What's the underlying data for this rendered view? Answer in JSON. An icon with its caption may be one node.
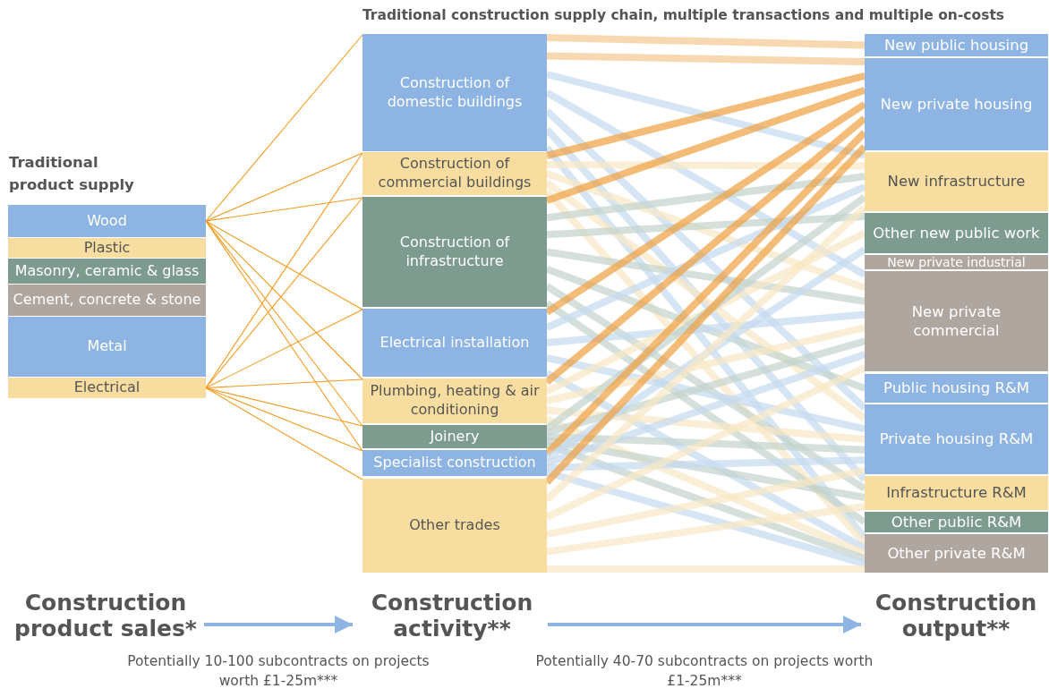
{
  "diagram": {
    "title": "Traditional construction supply chain, multiple transactions and multiple on-costs",
    "nodes": [
      {
        "text": [
          "Wood"
        ]
      },
      {
        "text": [
          "Plastic"
        ]
      },
      {
        "text": [
          "Masonry, ceramic & glass"
        ]
      },
      {
        "text": [
          "Cement, concrete & stone"
        ]
      },
      {
        "text": [
          "Metal"
        ]
      },
      {
        "text": [
          "Electrical"
        ]
      },
      {
        "text": [
          "Construction of domestic buildings"
        ]
      },
      {
        "text": [
          "Construction of commercial buildings"
        ]
      },
      {
        "text": [
          "Construction of infrastructure"
        ]
      },
      {
        "text": [
          "Electrical installation"
        ]
      },
      {
        "text": [
          "Plumbing, heating & air conditioning"
        ]
      },
      {
        "text": [
          "Joinery"
        ]
      },
      {
        "text": [
          "Specialist construction"
        ]
      },
      {
        "text": [
          "Other trades"
        ]
      },
      {
        "text": [
          "New public housing"
        ]
      },
      {
        "text": [
          "New private housing"
        ]
      },
      {
        "text": [
          "New infrastructure"
        ]
      },
      {
        "text": [
          "Other new public work"
        ]
      },
      {
        "text": [
          "New private industrial"
        ]
      },
      {
        "text": [
          "New private commercial"
        ]
      },
      {
        "text": [
          "Public housing R&M"
        ]
      },
      {
        "text": [
          "Private housing R&M"
        ]
      },
      {
        "text": [
          "Infrastructure R&M"
        ]
      },
      {
        "text": [
          "Other public R&M"
        ]
      },
      {
        "text": [
          "Other private R&M"
        ]
      },
      {
        "text": [
          "Construction product sales*"
        ]
      },
      {
        "text": [
          "Construction activity**"
        ]
      },
      {
        "text": [
          "Construction output**"
        ]
      }
    ],
    "edges": [
      {
        "from": 0,
        "to": 6,
        "arrow": "none",
        "color": "#f39a1e"
      },
      {
        "from": 0,
        "to": 7,
        "arrow": "none",
        "color": "#f39a1e"
      },
      {
        "from": 0,
        "to": 8,
        "arrow": "none",
        "color": "#f39a1e"
      },
      {
        "from": 0,
        "to": 9,
        "arrow": "none",
        "color": "#f39a1e"
      },
      {
        "from": 0,
        "to": 10,
        "arrow": "none",
        "color": "#f39a1e"
      },
      {
        "from": 0,
        "to": 11,
        "arrow": "none",
        "color": "#f39a1e"
      },
      {
        "from": 0,
        "to": 12,
        "arrow": "none",
        "color": "#f39a1e"
      },
      {
        "from": 5,
        "to": 7,
        "arrow": "none",
        "color": "#f39a1e"
      },
      {
        "from": 5,
        "to": 8,
        "arrow": "none",
        "color": "#f39a1e"
      },
      {
        "from": 5,
        "to": 9,
        "arrow": "none",
        "color": "#f39a1e"
      },
      {
        "from": 5,
        "to": 10,
        "arrow": "none",
        "color": "#f39a1e"
      },
      {
        "from": 5,
        "to": 11,
        "arrow": "none",
        "color": "#f39a1e"
      },
      {
        "from": 5,
        "to": 12,
        "arrow": "none",
        "color": "#f39a1e"
      },
      {
        "from": 5,
        "to": 13,
        "arrow": "none",
        "color": "#f39a1e"
      },
      {
        "from": 6,
        "to": 14,
        "arrow": "none",
        "color": "#f5c88e"
      },
      {
        "from": 6,
        "to": 15,
        "arrow": "none",
        "color": "#f5c88e"
      },
      {
        "from": 6,
        "to": 16,
        "arrow": "none",
        "color": "#c5daf0"
      },
      {
        "from": 6,
        "to": 19,
        "arrow": "none",
        "color": "#c5daf0"
      },
      {
        "from": 6,
        "to": 21,
        "arrow": "none",
        "color": "#c5daf0"
      },
      {
        "from": 6,
        "to": 22,
        "arrow": "none",
        "color": "#c5daf0"
      },
      {
        "from": 6,
        "to": 24,
        "arrow": "none",
        "color": "#c5daf0"
      },
      {
        "from": 7,
        "to": 15,
        "arrow": "none",
        "color": "#f0a040"
      },
      {
        "from": 7,
        "to": 16,
        "arrow": "none",
        "color": "#f8e8c4"
      },
      {
        "from": 7,
        "to": 19,
        "arrow": "none",
        "color": "#f8e8c4"
      },
      {
        "from": 7,
        "to": 21,
        "arrow": "none",
        "color": "#f8e8c4"
      },
      {
        "from": 7,
        "to": 24,
        "arrow": "none",
        "color": "#f8e8c4"
      },
      {
        "from": 8,
        "to": 15,
        "arrow": "none",
        "color": "#f0a040"
      },
      {
        "from": 8,
        "to": 16,
        "arrow": "none",
        "color": "#c3d3cc"
      },
      {
        "from": 8,
        "to": 17,
        "arrow": "none",
        "color": "#c3d3cc"
      },
      {
        "from": 8,
        "to": 19,
        "arrow": "none",
        "color": "#c3d3cc"
      },
      {
        "from": 8,
        "to": 20,
        "arrow": "none",
        "color": "#c3d3cc"
      },
      {
        "from": 8,
        "to": 22,
        "arrow": "none",
        "color": "#c3d3cc"
      },
      {
        "from": 8,
        "to": 23,
        "arrow": "none",
        "color": "#c3d3cc"
      },
      {
        "from": 9,
        "to": 15,
        "arrow": "none",
        "color": "#f0a040"
      },
      {
        "from": 9,
        "to": 16,
        "arrow": "none",
        "color": "#c5daf0"
      },
      {
        "from": 9,
        "to": 19,
        "arrow": "none",
        "color": "#c5daf0"
      },
      {
        "from": 9,
        "to": 21,
        "arrow": "none",
        "color": "#c5daf0"
      },
      {
        "from": 9,
        "to": 24,
        "arrow": "none",
        "color": "#c5daf0"
      },
      {
        "from": 10,
        "to": 15,
        "arrow": "none",
        "color": "#f0a040"
      },
      {
        "from": 10,
        "to": 17,
        "arrow": "none",
        "color": "#f8e8c4"
      },
      {
        "from": 10,
        "to": 19,
        "arrow": "none",
        "color": "#f8e8c4"
      },
      {
        "from": 10,
        "to": 21,
        "arrow": "none",
        "color": "#f8e8c4"
      },
      {
        "from": 10,
        "to": 24,
        "arrow": "none",
        "color": "#f8e8c4"
      },
      {
        "from": 11,
        "to": 16,
        "arrow": "none",
        "color": "#c3d3cc"
      },
      {
        "from": 11,
        "to": 19,
        "arrow": "none",
        "color": "#c3d3cc"
      },
      {
        "from": 11,
        "to": 21,
        "arrow": "none",
        "color": "#c3d3cc"
      },
      {
        "from": 11,
        "to": 22,
        "arrow": "none",
        "color": "#c3d3cc"
      },
      {
        "from": 11,
        "to": 24,
        "arrow": "none",
        "color": "#c3d3cc"
      },
      {
        "from": 12,
        "to": 15,
        "arrow": "none",
        "color": "#f0a040"
      },
      {
        "from": 12,
        "to": 17,
        "arrow": "none",
        "color": "#c5daf0"
      },
      {
        "from": 12,
        "to": 19,
        "arrow": "none",
        "color": "#c5daf0"
      },
      {
        "from": 12,
        "to": 21,
        "arrow": "none",
        "color": "#c5daf0"
      },
      {
        "from": 12,
        "to": 24,
        "arrow": "none",
        "color": "#c5daf0"
      },
      {
        "from": 13,
        "to": 15,
        "arrow": "none",
        "color": "#f0a040"
      },
      {
        "from": 13,
        "to": 16,
        "arrow": "none",
        "color": "#f8e8c4"
      },
      {
        "from": 13,
        "to": 19,
        "arrow": "none",
        "color": "#f8e8c4"
      },
      {
        "from": 13,
        "to": 21,
        "arrow": "none",
        "color": "#f8e8c4"
      },
      {
        "from": 13,
        "to": 22,
        "arrow": "none",
        "color": "#f8e8c4"
      },
      {
        "from": 13,
        "to": 24,
        "arrow": "none",
        "color": "#f8e8c4"
      },
      {
        "from": 25,
        "to": 26,
        "arrow": "to",
        "color": "#8db4e2",
        "label": "Potentially 10-100 subcontracts on projects worth £1-25m***"
      },
      {
        "from": 26,
        "to": 27,
        "arrow": "to",
        "color": "#8db4e2",
        "label": "Potentially 40-70 subcontracts on projects worth £1-25m***"
      }
    ],
    "labels": [
      "Traditional product supply"
    ]
  }
}
